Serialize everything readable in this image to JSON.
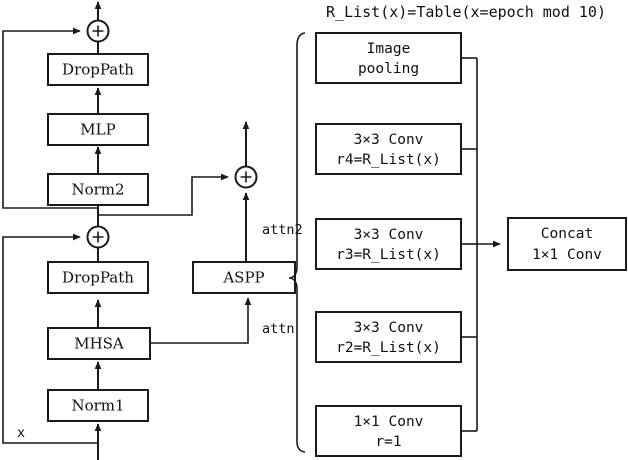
{
  "diagram": {
    "title": "R_List(x)=Table(x=epoch mod 10)",
    "input_label": "x",
    "blocks": {
      "droppath_top": "DropPath",
      "mlp": "MLP",
      "norm2": "Norm2",
      "droppath_bottom": "DropPath",
      "mhsa": "MHSA",
      "norm1": "Norm1",
      "aspp": "ASPP",
      "image_pooling_l1": "Image",
      "image_pooling_l2": "pooling",
      "conv_r4_l1": "3×3 Conv",
      "conv_r4_l2": "r4=R_List(x)",
      "conv_r3_l1": "3×3 Conv",
      "conv_r3_l2": "r3=R_List(x)",
      "conv_r2_l1": "3×3 Conv",
      "conv_r2_l2": "r2=R_List(x)",
      "conv_r1_l1": "1×1 Conv",
      "conv_r1_l2": "r=1",
      "concat_l1": "Concat",
      "concat_l2": "1×1 Conv"
    },
    "edge_labels": {
      "attn": "attn",
      "attn2": "attn2"
    },
    "operators": {
      "add1": "+",
      "add2": "+",
      "add3": "+"
    },
    "colors": {
      "stroke": "#1a1a1a",
      "text": "#111111",
      "background": "#ffffff"
    }
  }
}
